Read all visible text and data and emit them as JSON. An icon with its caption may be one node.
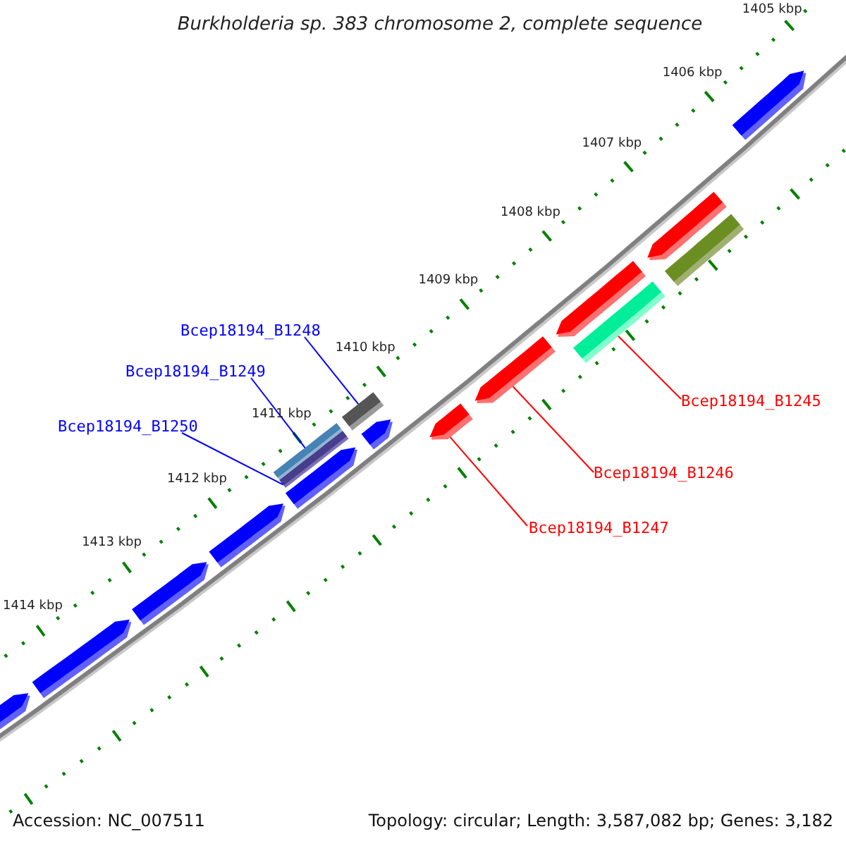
{
  "diagram": {
    "title": "Burkholderia sp. 383 chromosome 2, complete sequence",
    "nodes": [
      {
        "text": [
          "Bcep18194_B1248"
        ]
      },
      {
        "text": [
          "Bcep18194_B1249"
        ]
      },
      {
        "text": [
          "Bcep18194_B1250"
        ]
      },
      {
        "text": [
          "Bcep18194_B1245"
        ]
      },
      {
        "text": [
          "Bcep18194_B1246"
        ]
      },
      {
        "text": [
          "Bcep18194_B1247"
        ]
      },
      {
        "text": [],
        "shape": "arrow"
      },
      {
        "text": [],
        "shape": "arrow"
      },
      {
        "text": [],
        "shape": "arrow"
      },
      {
        "text": [],
        "shape": "arrow"
      },
      {
        "text": [],
        "shape": "bar"
      },
      {
        "text": [],
        "shape": "bar"
      },
      {
        "text": [],
        "shape": "arrow"
      },
      {
        "text": [],
        "shape": "bar"
      },
      {
        "text": [],
        "shape": "arrow"
      },
      {
        "text": [],
        "shape": "arrow"
      },
      {
        "text": [],
        "shape": "arrow"
      },
      {
        "text": [],
        "shape": "arrow"
      },
      {
        "text": [],
        "shape": "bar"
      },
      {
        "text": [],
        "shape": "arrow"
      },
      {
        "text": [],
        "shape": "bar"
      },
      {
        "text": [],
        "shape": "arrow"
      }
    ],
    "edges": [
      {
        "from": 0,
        "to": 13,
        "arrow": "none",
        "color": "#0000ff"
      },
      {
        "from": 1,
        "to": 10,
        "arrow": "none",
        "color": "#0000ff"
      },
      {
        "from": 2,
        "to": 11,
        "arrow": "none",
        "color": "#0000ff"
      },
      {
        "from": 3,
        "to": 18,
        "arrow": "none",
        "color": "#ff0000"
      },
      {
        "from": 4,
        "to": 16,
        "arrow": "none",
        "color": "#ff0000"
      },
      {
        "from": 5,
        "to": 15,
        "arrow": "none",
        "color": "#ff0000"
      }
    ],
    "labels": [
      "1405 kbp",
      "1406 kbp",
      "1407 kbp",
      "1408 kbp",
      "1409 kbp",
      "1410 kbp",
      "1411 kbp",
      "1412 kbp",
      "1413 kbp",
      "1414 kbp",
      "Accession: NC_007511",
      "Topology: circular; Length: 3,587,082 bp; Genes: 3,182"
    ]
  }
}
